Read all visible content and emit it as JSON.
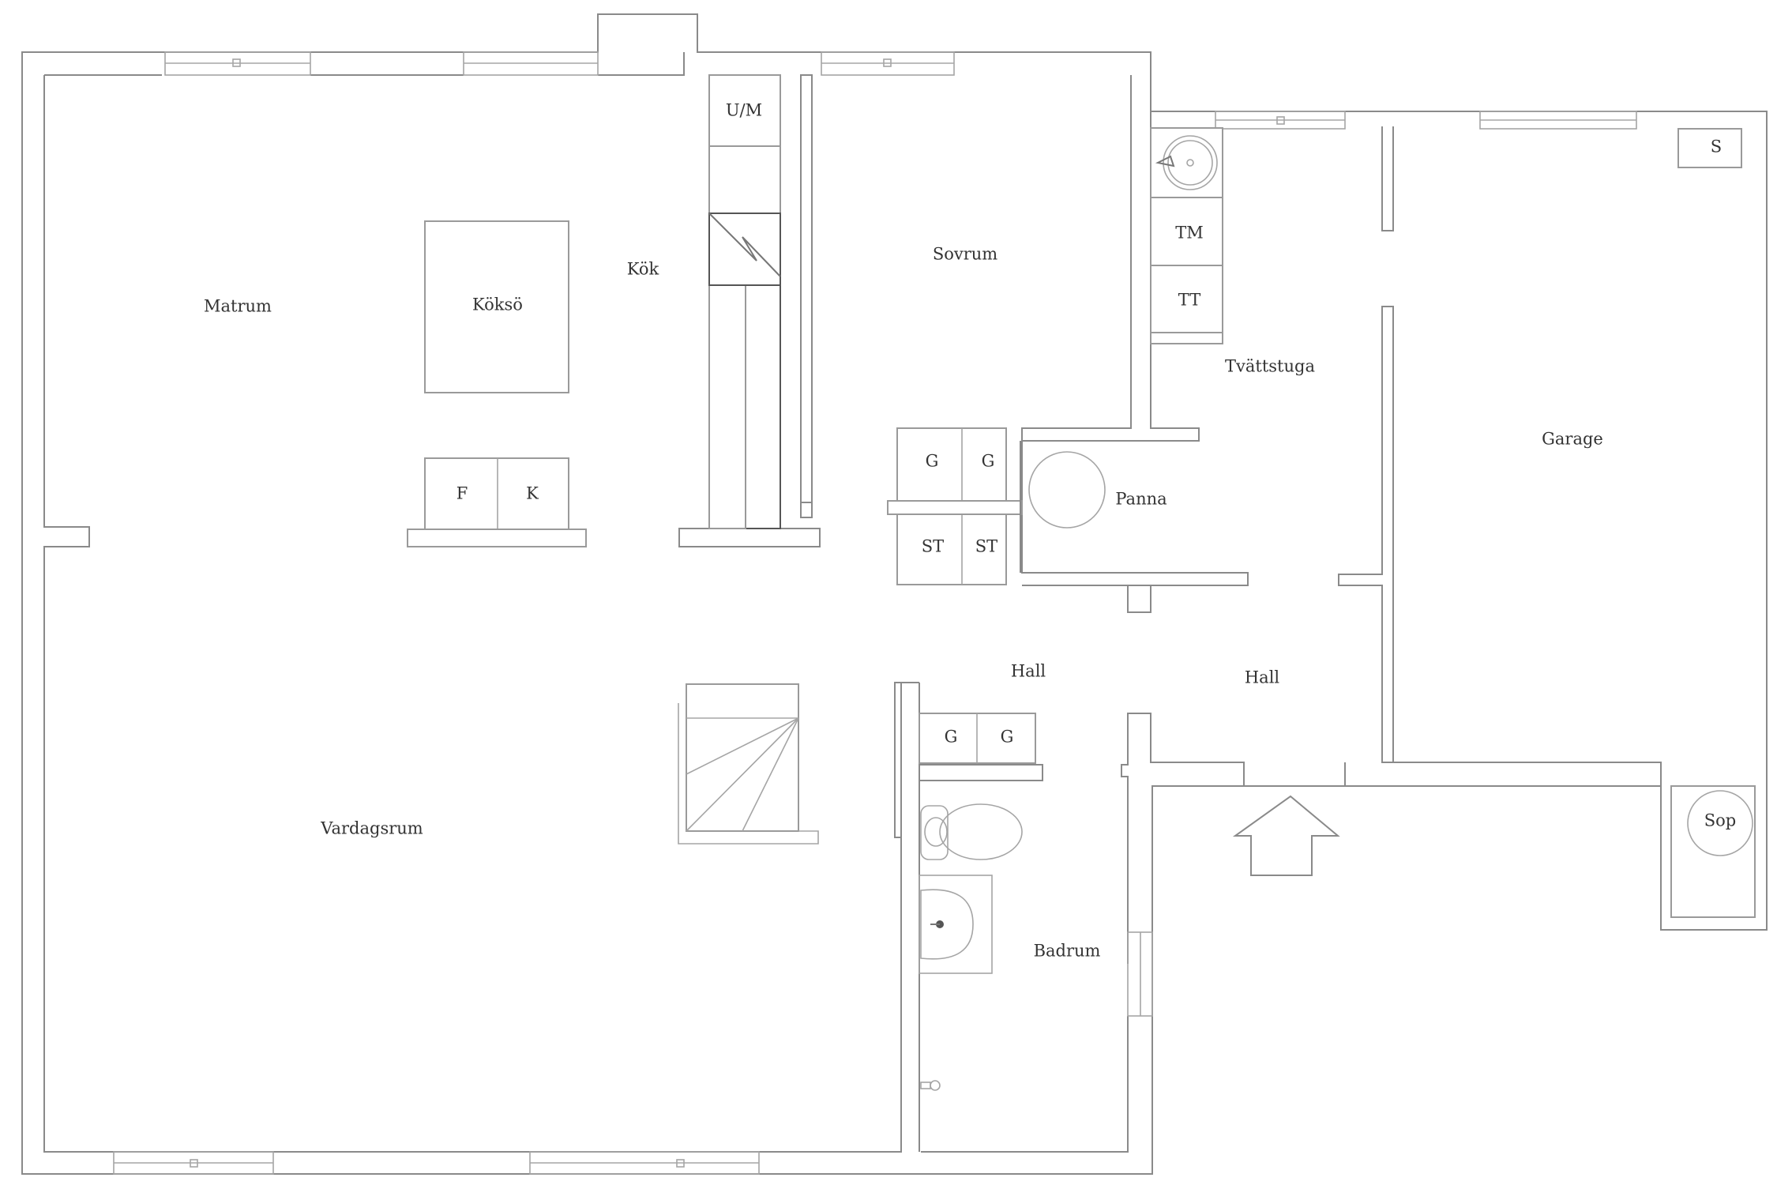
{
  "plan": {
    "rooms": {
      "matrum": "Matrum",
      "koksoe": "Köksö",
      "kok": "Kök",
      "um": "U/M",
      "sovrum": "Sovrum",
      "tm": "TM",
      "tt": "TT",
      "tvattstuga": "Tvättstuga",
      "s": "S",
      "garage": "Garage",
      "f": "F",
      "k": "K",
      "g1": "G",
      "g2": "G",
      "st1": "ST",
      "st2": "ST",
      "panna": "Panna",
      "hall1": "Hall",
      "hall2": "Hall",
      "g3": "G",
      "g4": "G",
      "vardagsrum": "Vardagsrum",
      "sop": "Sop",
      "badrum": "Badrum"
    },
    "colors": {
      "wall": "#8a8a8a",
      "text": "#333333",
      "background": "#ffffff"
    },
    "icons": [
      "stove-icon",
      "sink-icon",
      "toilet-icon",
      "washbasin-icon",
      "boiler-icon",
      "staircase-icon",
      "entrance-arrow-icon",
      "window-icon",
      "faucet-icon"
    ]
  }
}
